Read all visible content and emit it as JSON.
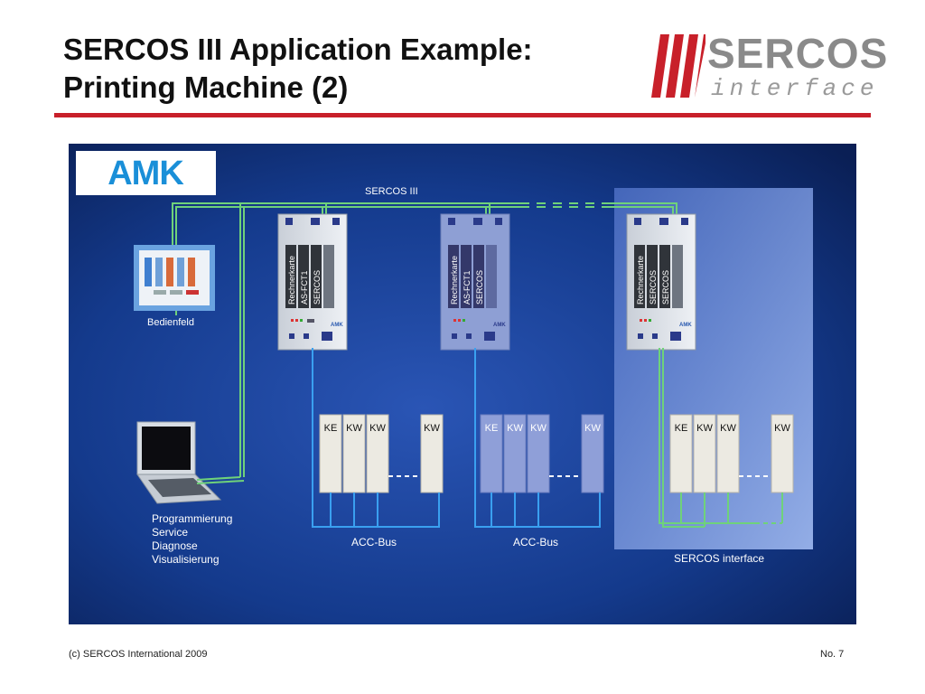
{
  "slide": {
    "title_line1": "SERCOS III Application Example:",
    "title_line2": "Printing Machine (2)"
  },
  "logo": {
    "word": "SERCOS",
    "sub": "interface"
  },
  "diagram": {
    "amk_logo": "AMK",
    "network_label": "SERCOS III",
    "panel_label": "Bedienfeld",
    "laptop_labels": [
      "Programmierung",
      "Service",
      "Diagnose",
      "Visualisierung"
    ],
    "controllers": [
      {
        "slots": [
          "Rechnerkarte",
          "AS-FCT1",
          "SERCOS"
        ],
        "brand": "AMK"
      },
      {
        "slots": [
          "Rechnerkarte",
          "AS-FCT1",
          "SERCOS"
        ],
        "brand": "AMK"
      },
      {
        "slots": [
          "Rechnerkarte",
          "SERCOS",
          "SERCOS"
        ],
        "brand": "AMK"
      }
    ],
    "drive_groups": [
      {
        "drives": [
          "KE",
          "KW",
          "KW",
          "KW"
        ],
        "bus_label": "ACC-Bus"
      },
      {
        "drives": [
          "KE",
          "KW",
          "KW",
          "KW"
        ],
        "bus_label": "ACC-Bus"
      },
      {
        "drives": [
          "KE",
          "KW",
          "KW",
          "KW"
        ],
        "bus_label": "SERCOS interface"
      }
    ],
    "drive_brand": "AMK",
    "colors": {
      "background": "#0d2a6e",
      "sercos_line": "#6fd27a",
      "acc_bus": "#3aa0f0",
      "highlight": "#8aa6e6"
    }
  },
  "footer": {
    "copyright": "(c) SERCOS International 2009",
    "page": "No. 7"
  }
}
